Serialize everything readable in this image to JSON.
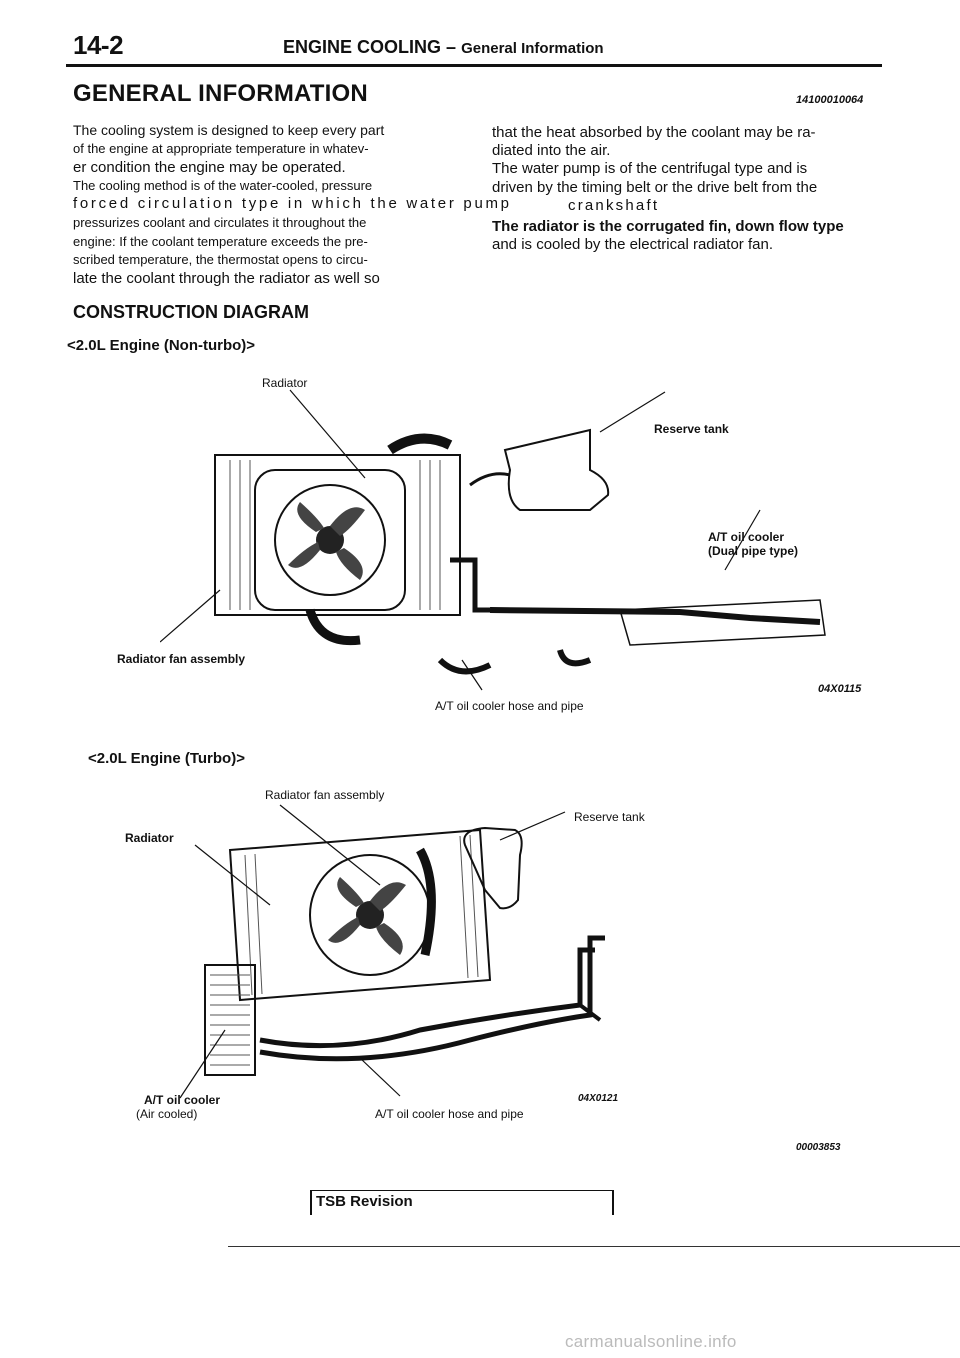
{
  "header": {
    "page_number": "14-2",
    "title": "ENGINE COOLING",
    "dash": "–",
    "subtitle": "General Information"
  },
  "section": {
    "title": "GENERAL INFORMATION",
    "ref_code": "14100010064"
  },
  "body_left": [
    "The cooling system is designed to keep every part",
    "of the engine at appropriate temperature in whatev-",
    "er condition the engine may be operated.",
    "The cooling method is of the water-cooled, pressure",
    "forced circulation type in which the water pump",
    "pressurizes coolant and circulates it throughout the",
    "engine: If the coolant temperature exceeds the pre-",
    "scribed temperature, the thermostat opens to circu-",
    "late the coolant through the radiator as well so"
  ],
  "body_right": [
    "that the heat absorbed by the coolant may be ra-",
    "diated into the air.",
    "The water pump is of the centrifugal type and is",
    "driven by the timing belt or the drive belt from the",
    "crankshaft",
    "The radiator is the corrugated fin, down flow type",
    "and is cooled by the electrical radiator fan."
  ],
  "construction": {
    "title": "CONSTRUCTION DIAGRAM",
    "fig1": {
      "engine_label": "<2.0L Engine (Non-turbo)>",
      "labels": {
        "radiator": "Radiator",
        "reserve_tank": "Reserve tank",
        "at_oil_cooler": "A/T oil cooler",
        "dual_pipe": "(Dual pipe type)",
        "fan_assembly": "Radiator fan assembly",
        "hose_pipe": "A/T oil cooler hose and pipe"
      },
      "code": "04X0115"
    },
    "fig2": {
      "engine_label": "<2.0L Engine (Turbo)>",
      "labels": {
        "fan_assembly": "Radiator fan assembly",
        "reserve_tank": "Reserve tank",
        "radiator": "Radiator",
        "at_oil_cooler": "A/T oil cooler",
        "air_cooled": "(Air cooled)",
        "hose_pipe": "A/T oil cooler hose and pipe"
      },
      "code": "04X0121",
      "code2": "00003853"
    }
  },
  "footer": {
    "tsb": "TSB Revision",
    "watermark": "carmanualsonline.info"
  }
}
